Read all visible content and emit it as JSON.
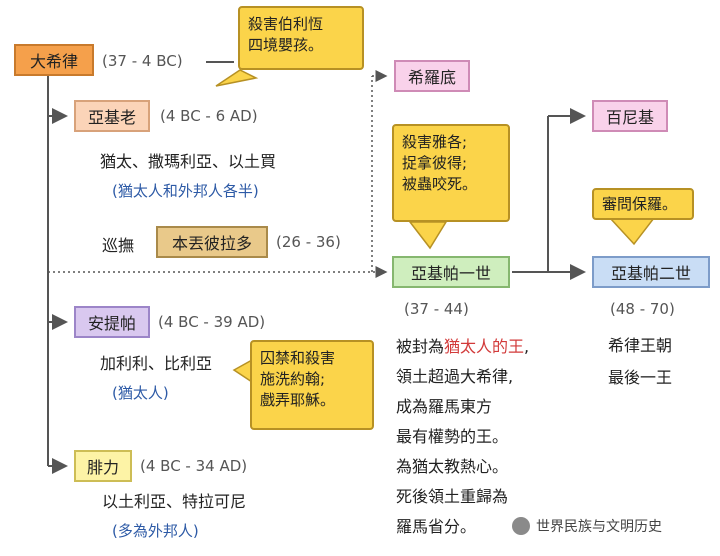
{
  "rulers": {
    "herod": {
      "name": "大希律",
      "dates": "(37 - 4 BC)",
      "note": "殺害伯利恆\n四境嬰孩。"
    },
    "archelaus": {
      "name": "亞基老",
      "dates": "(4 BC - 6 AD)",
      "regions": "猶太、撒瑪利亞、以土買",
      "people": "(猶太人和外邦人各半)"
    },
    "governor": {
      "label": "巡撫",
      "name": "本丟彼拉多",
      "dates": "(26 - 36)"
    },
    "antipas": {
      "name": "安提帕",
      "dates": "(4 BC - 39 AD)",
      "regions": "加利利、比利亞",
      "people": "(猶太人)",
      "note": "囚禁和殺害\n施洗約翰;\n戲弄耶穌。"
    },
    "philip": {
      "name": "腓力",
      "dates": "(4 BC - 34 AD)",
      "regions": "以土利亞、特拉可尼",
      "people": "(多為外邦人)"
    },
    "herodias": {
      "name": "希羅底"
    },
    "agrippa1": {
      "name": "亞基帕一世",
      "dates": "(37 - 44)",
      "note": "殺害雅各;\n捉拿彼得;\n被蟲咬死。",
      "desc_lines": [
        "被封為",
        "猶太人的王",
        ",",
        "領土超過大希律,",
        "成為羅馬東方",
        "最有權勢的王。",
        "為猶太教熱心。",
        "死後領土重歸為",
        "羅馬省分。"
      ]
    },
    "bernice": {
      "name": "百尼基"
    },
    "agrippa2": {
      "name": "亞基帕二世",
      "dates": "(48 - 70)",
      "note": "審問保羅。",
      "desc1": "希律王朝",
      "desc2": "最後一王"
    }
  },
  "watermark": "世界民族与文明历史",
  "colors": {
    "line": "#555555",
    "highlight": "#d23a3a",
    "note_bg": "#fbd44a"
  }
}
